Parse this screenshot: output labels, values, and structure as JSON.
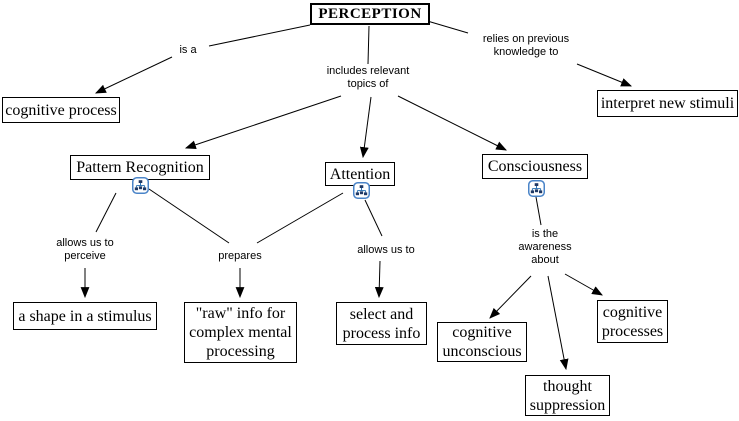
{
  "diagram": {
    "type": "concept-map",
    "root_concept": "PERCEPTION",
    "background_color": "#ffffff",
    "line_color": "#000000",
    "box_fill": "#ffffff",
    "box_border": "#000000"
  },
  "concepts": {
    "perception": "PERCEPTION",
    "cognitive_process": "cognitive process",
    "interpret_new_stimuli": "interpret new stimuli",
    "pattern_recognition": "Pattern Recognition",
    "attention": "Attention",
    "consciousness": "Consciousness",
    "a_shape_in_a_stimulus": "a shape in a stimulus",
    "raw_info": "\"raw\" info for complex mental processing",
    "select_and_process_info": "select and process info",
    "cognitive_unconscious": "cognitive unconscious",
    "thought_suppression": "thought suppression",
    "cognitive_processes": "cognitive processes"
  },
  "linking_phrases": {
    "is_a": "is a",
    "includes_relevant_topics_of": "includes relevant topics of",
    "relies_on_previous_knowledge_to": "relies on previous knowledge to",
    "allows_us_to_perceive": "allows us to perceive",
    "prepares": "prepares",
    "allows_us_to": "allows us to",
    "is_the_awareness_about": "is the awareness about"
  },
  "connections": [
    {
      "from": "PERCEPTION",
      "phrase": "is a",
      "to": "cognitive process"
    },
    {
      "from": "PERCEPTION",
      "phrase": "includes relevant topics of",
      "to": "Pattern Recognition"
    },
    {
      "from": "PERCEPTION",
      "phrase": "includes relevant topics of",
      "to": "Attention"
    },
    {
      "from": "PERCEPTION",
      "phrase": "includes relevant topics of",
      "to": "Consciousness"
    },
    {
      "from": "PERCEPTION",
      "phrase": "relies on previous knowledge to",
      "to": "interpret new stimuli"
    },
    {
      "from": "Pattern Recognition",
      "phrase": "allows us to perceive",
      "to": "a shape in a stimulus"
    },
    {
      "from": "Pattern Recognition",
      "phrase": "prepares",
      "to": "\"raw\" info for complex mental processing"
    },
    {
      "from": "Attention",
      "phrase": "prepares",
      "to": "\"raw\" info for complex mental processing"
    },
    {
      "from": "Attention",
      "phrase": "allows us to",
      "to": "select and process info"
    },
    {
      "from": "Consciousness",
      "phrase": "is the awareness about",
      "to": "cognitive unconscious"
    },
    {
      "from": "Consciousness",
      "phrase": "is the awareness about",
      "to": "thought suppression"
    },
    {
      "from": "Consciousness",
      "phrase": "is the awareness about",
      "to": "cognitive processes"
    }
  ],
  "resource_icons": {
    "glyph": "org-chart-resource-icon",
    "attached_to": [
      "Pattern Recognition",
      "Attention",
      "Consciousness"
    ],
    "border_color": "#4a84c8",
    "glyph_color": "#1f3864"
  }
}
